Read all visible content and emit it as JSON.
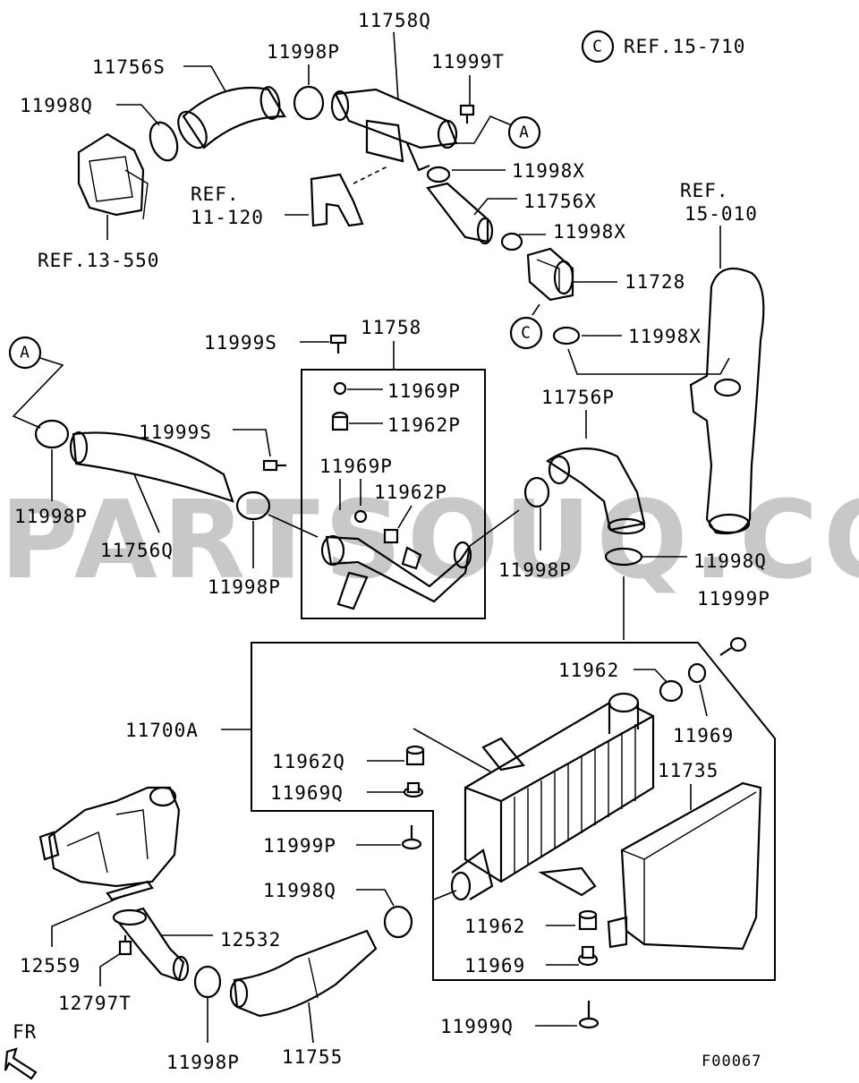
{
  "watermark": "PARTSOUQ.COM",
  "figure_code": "F00067",
  "front_indicator": "FR",
  "ref_circles": {
    "A": "A",
    "C": "C"
  },
  "references": {
    "ref_15_710": "REF.15-710",
    "ref_11_120_line1": "REF.",
    "ref_11_120_line2": "11-120",
    "ref_13_550": "REF.13-550",
    "ref_15_010_line1": "REF.",
    "ref_15_010_line2": "15-010"
  },
  "labels": {
    "p11758Q": "11758Q",
    "p11756S": "11756S",
    "p11998P_top": "11998P",
    "p11999T": "11999T",
    "p11998Q_top": "11998Q",
    "p11998X_a": "11998X",
    "p11756X": "11756X",
    "p11998X_b": "11998X",
    "p11728": "11728",
    "p11998X_c": "11998X",
    "p11758": "11758",
    "p11999S_a": "11999S",
    "p11969P_a": "11969P",
    "p11962P_a": "11962P",
    "p11999S_b": "11999S",
    "p11969P_b": "11969P",
    "p11962P_b": "11962P",
    "p11998P_left": "11998P",
    "p11756Q": "11756Q",
    "p11998P_mid": "11998P",
    "p11756P": "11756P",
    "p11998P_right": "11998P",
    "p11998Q_right": "11998Q",
    "p11999P_right": "11999P",
    "p11962_top": "11962",
    "p11969_top": "11969",
    "p11700A": "11700A",
    "p11962Q": "11962Q",
    "p11969Q": "11969Q",
    "p11735": "11735",
    "p11999P_mid": "11999P",
    "p11998Q_low": "11998Q",
    "p11962_low": "11962",
    "p11969_low": "11969",
    "p12532": "12532",
    "p12559": "12559",
    "p12797T": "12797T",
    "p11998P_bottom": "11998P",
    "p11755": "11755",
    "p11999Q": "11999Q"
  }
}
